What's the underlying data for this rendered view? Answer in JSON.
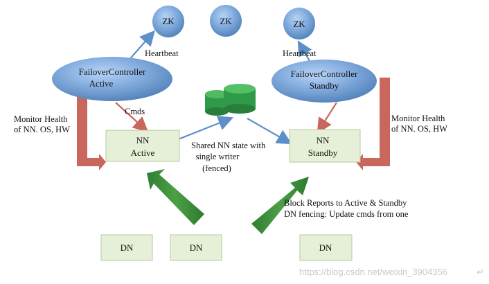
{
  "zk_nodes": [
    {
      "label": "ZK"
    },
    {
      "label": "ZK"
    },
    {
      "label": "ZK"
    }
  ],
  "failover_controllers": [
    {
      "line1": "FailoverController",
      "line2": "Active"
    },
    {
      "line1": "FailoverController",
      "line2": "Standby"
    }
  ],
  "namenodes": [
    {
      "line1": "NN",
      "line2": "Active"
    },
    {
      "line1": "NN",
      "line2": "Standby"
    }
  ],
  "datanodes": [
    {
      "label": "DN"
    },
    {
      "label": "DN"
    },
    {
      "label": "DN"
    }
  ],
  "labels": {
    "heartbeat_left": "Heartbeat",
    "heartbeat_right": "Heartbeat",
    "cmds": "Cmds",
    "monitor_left_1": "Monitor Health",
    "monitor_left_2": "of NN. OS, HW",
    "monitor_right_1": "Monitor Health",
    "monitor_right_2": "of NN. OS, HW",
    "shared_1": "Shared NN state with",
    "shared_2": "single writer",
    "shared_3": "(fenced)",
    "block_1": "Block Reports to Active & Standby",
    "block_2": "DN fencing: Update cmds from one"
  },
  "watermark": "https://blog.csdn.net/weixin_3904356",
  "return_mark": "↵",
  "colors": {
    "zk_fill": "#6f9bd0",
    "fc_fill": "#6f9bd0",
    "node_fill": "#e6f0d8",
    "node_stroke": "#b7c89f",
    "storage_fill": "#2f9a48",
    "green_arrow": "#3f8f3c",
    "red_arrow": "#c9665e",
    "blue_arrow": "#5d8fc8",
    "label_text": "#111111",
    "watermark_text": "#c9c9c9"
  }
}
